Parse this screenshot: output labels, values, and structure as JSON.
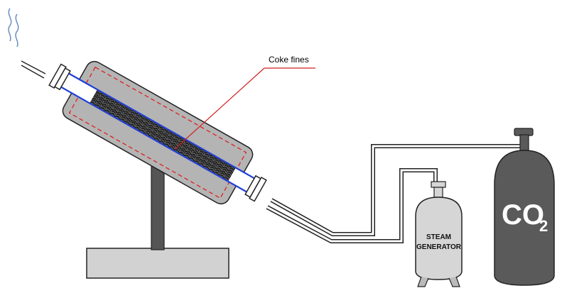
{
  "labels": {
    "coke_fines": "Coke fines",
    "steam_line1": "STEAM",
    "steam_line2": "GENERATOR",
    "co2_main": "CO",
    "co2_sub": "2"
  },
  "colors": {
    "furnace_shell": "#b4b4b4",
    "heating_zone": "#e02020",
    "reactor_tube": "#1f3fd8",
    "stand": "#555555",
    "base": "#d2d2d2",
    "co2_cylinder": "#5a5a5a",
    "steam_generator": "#d6d6d6",
    "vapor": "#6a8fc0",
    "leader_line": "#d02020"
  },
  "icons": [
    "vapor-wisp-icon",
    "valve-icon",
    "coke-bed-icon"
  ]
}
